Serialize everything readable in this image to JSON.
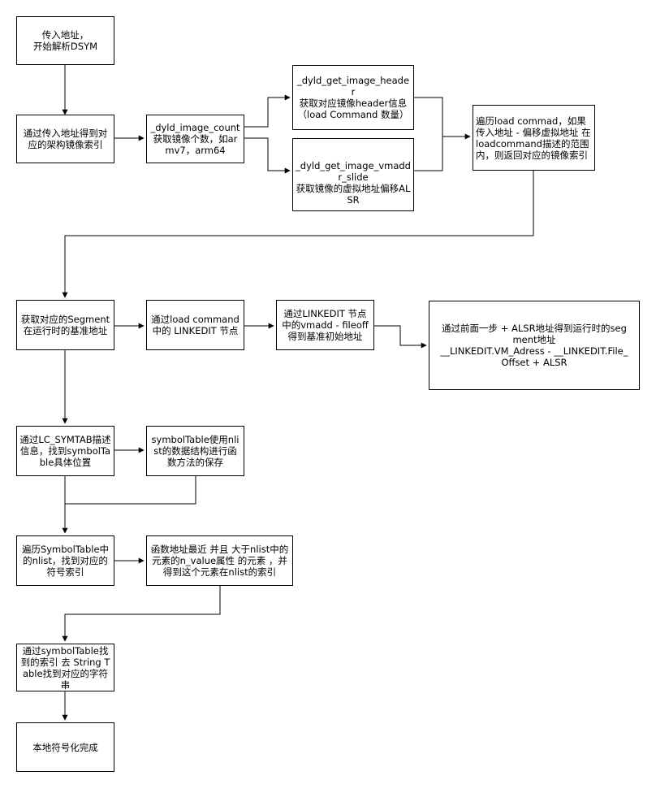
{
  "diagram": {
    "nodes": {
      "n1": "传入地址，\n开始解析DSYM",
      "n2": "通过传入地址得到对应的架构镜像索引",
      "n3": "_dyld_image_count\n获取镜像个数，如armv7，arm64",
      "n4": "_dyld_get_image_header\n获取对应镜像header信息（load Command 数量）",
      "n5": "_dyld_get_image_vmaddr_slide\n获取镜像的虚拟地址偏移ALSR",
      "n6": "遍历load commad，如果 传入地址 - 偏移虚拟地址 在loadcommand描述的范围内，则返回对应的镜像索引",
      "n7": "获取对应的Segment\n在运行时的基准地址",
      "n8": "通过load command中的 LINKEDIT 节点",
      "n9": "通过LINKEDIT 节点中的vmadd - fileoff得到基准初始地址",
      "n10": "通过前面一步 + ALSR地址得到运行时的segment地址\n__LINKEDIT.VM_Adress - __LINKEDIT.File_Offset + ALSR",
      "n11": "通过LC_SYMTAB描述信息，找到symbolTable具体位置",
      "n12": "symbolTable使用nlist的数据结构进行函数方法的保存",
      "n13": "遍历SymbolTable中的nlist，找到对应的符号索引",
      "n14": "函数地址最近 并且 大于nlist中的元素的n_value属性 的元素 ，并得到这个元素在nlist的索引",
      "n15": "通过symbolTable找到的索引 去 String Table找到对应的字符串",
      "n16": "本地符号化完成"
    },
    "colors": {
      "stroke": "#000000",
      "fill": "#ffffff",
      "text": "#000000"
    }
  }
}
